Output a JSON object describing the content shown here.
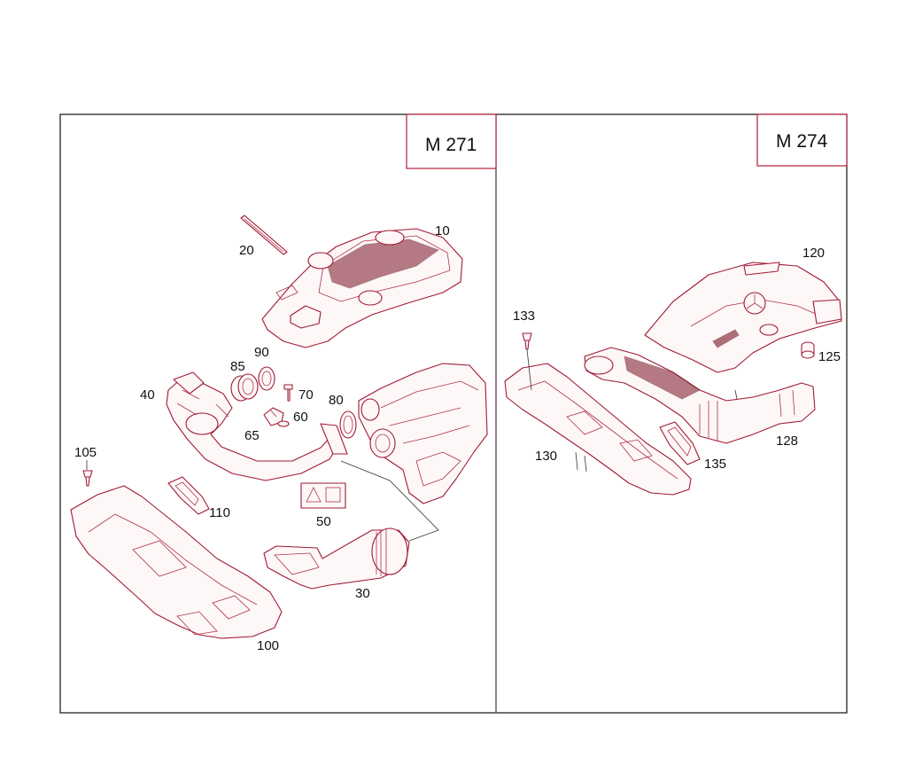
{
  "panels": [
    {
      "engine": "M 271",
      "parts": [
        "10",
        "20",
        "40",
        "85",
        "90",
        "70",
        "80",
        "60",
        "65",
        "105",
        "110",
        "50",
        "30",
        "100"
      ]
    },
    {
      "engine": "M 274",
      "parts": [
        "133",
        "120",
        "125",
        "128",
        "130",
        "135"
      ]
    }
  ],
  "colors": {
    "line": "#a01a33",
    "frame": "#222222",
    "tag_border": "#b0203a"
  }
}
